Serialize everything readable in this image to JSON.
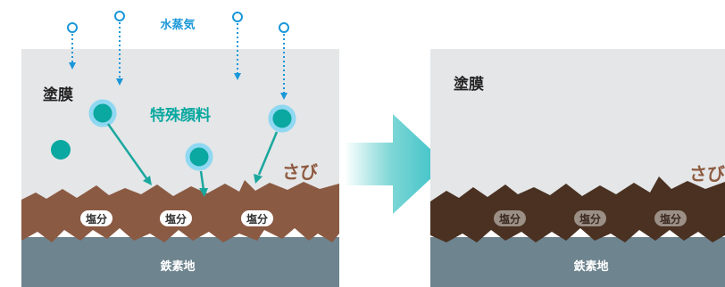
{
  "before": {
    "vapor_label": "水蒸気",
    "coating_label": "塗膜",
    "pigment_label": "特殊顔料",
    "rust_label": "さび",
    "salt_labels": [
      "塩分",
      "塩分",
      "塩分"
    ],
    "substrate_label": "鉄素地"
  },
  "after": {
    "coating_label": "塗膜",
    "rust_label": "さび",
    "salt_labels": [
      "塩分",
      "塩分",
      "塩分"
    ],
    "substrate_label": "鉄素地"
  },
  "colors": {
    "coating": "#e4e6e8",
    "rust_before": "#8b5a43",
    "rust_after": "#4a3121",
    "substrate": "#6e848f",
    "pigment": "#0aa8a0",
    "pigment_ring": "#8fd8f2",
    "arrow_teal": "#1aa79e",
    "vapor_blue": "#1a97d8",
    "rust_text": "#8e5a3f"
  },
  "icons": {
    "transition": "right-arrow-icon",
    "vapor": "water-vapor-drop-icon",
    "pigment": "pigment-particle-icon"
  }
}
